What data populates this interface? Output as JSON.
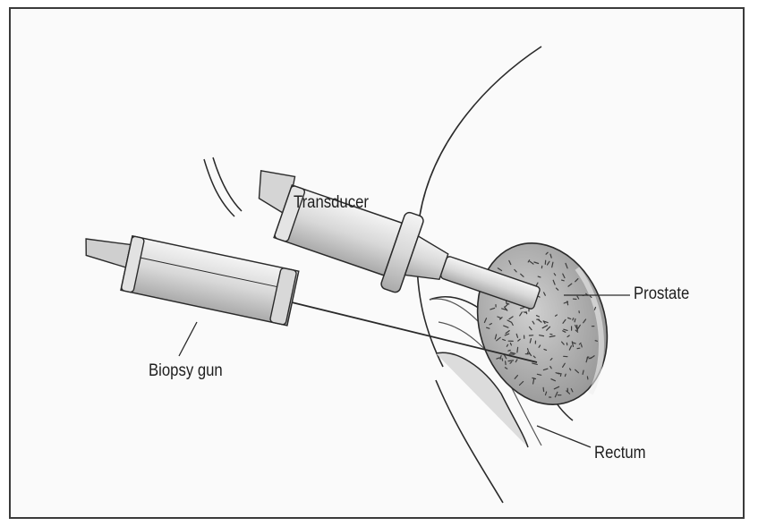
{
  "labels": {
    "transducer": "Transducer",
    "biopsy_gun": "Biopsy gun",
    "prostate": "Prostate",
    "rectum": "Rectum"
  },
  "colors": {
    "line": "#2a2a2a",
    "fill_light": "#e6e6e6",
    "fill_mid": "#cfcfcf",
    "prostate_fill": "#bdbdbd",
    "speckle": "#444444"
  }
}
